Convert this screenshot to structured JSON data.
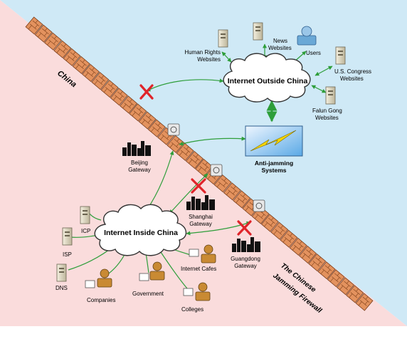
{
  "regions": {
    "inside": "China"
  },
  "firewall": {
    "label_line1": "The Chinese",
    "label_line2": "Jamming Firewall"
  },
  "clouds": {
    "outside": "Internet Outside China",
    "inside": "Internet Inside China"
  },
  "anti_jamming": {
    "line1": "Anti-jamming",
    "line2": "Systems"
  },
  "outside_nodes": {
    "human_rights": [
      "Human Rights",
      "Websites"
    ],
    "news": [
      "News",
      "Websites"
    ],
    "users": "Users",
    "congress": [
      "U.S. Congress",
      "Websites"
    ],
    "falun_gong": [
      "Falun Gong",
      "Websites"
    ]
  },
  "gateways": {
    "beijing": [
      "Beijing",
      "Gateway"
    ],
    "shanghai": [
      "Shanghai",
      "Gateway"
    ],
    "guangdong": [
      "Guangdong",
      "Gateway"
    ]
  },
  "inside_nodes": {
    "icp": "ICP",
    "isp": "ISP",
    "dns": "DNS",
    "companies": "Companies",
    "government": "Government",
    "internet_cafes": "Internet Cafes",
    "colleges": "Colleges"
  },
  "colors": {
    "outside_bg": "#cfe9f6",
    "inside_bg": "#fadcdc",
    "arrow": "#2e9e3a",
    "blocked": "#e0242a",
    "brick": "#e3925e",
    "cloud_stroke": "#333333"
  }
}
